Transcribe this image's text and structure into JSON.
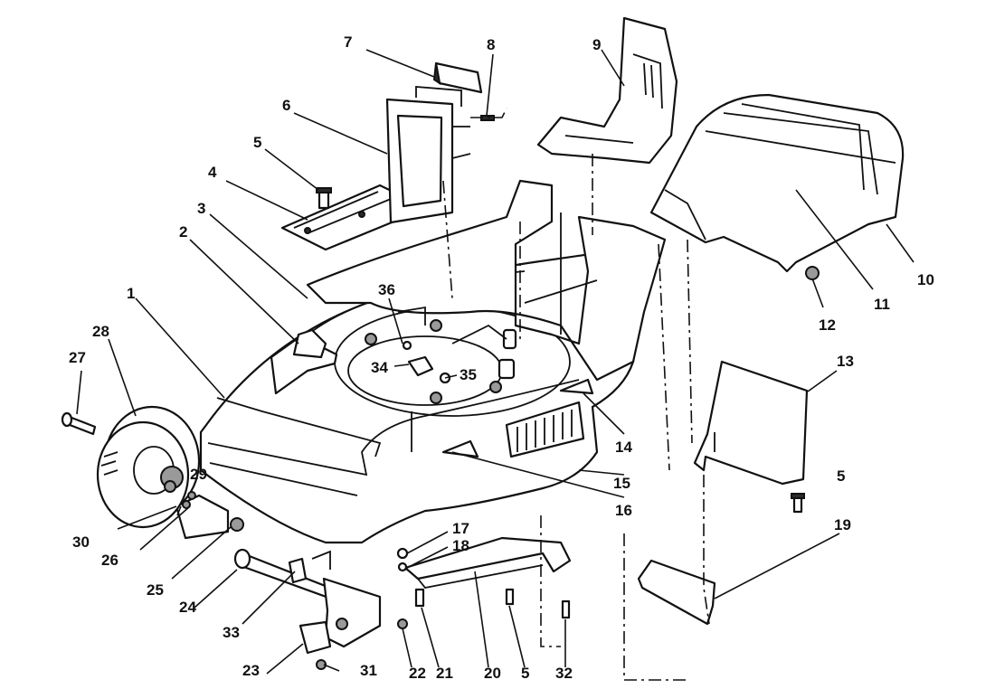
{
  "callouts": {
    "n1": "1",
    "n2": "2",
    "n3": "3",
    "n4": "4",
    "n5": "5",
    "n6": "6",
    "n7": "7",
    "n8": "8",
    "n9": "9",
    "n10": "10",
    "n11": "11",
    "n12": "12",
    "n13": "13",
    "n14": "14",
    "n15": "15",
    "n16": "16",
    "n17": "17",
    "n18": "18",
    "n19": "19",
    "n20": "20",
    "n21": "21",
    "n22": "22",
    "n23": "23",
    "n24": "24",
    "n25": "25",
    "n26": "26",
    "n27": "27",
    "n28": "28",
    "n29": "29",
    "n30": "30",
    "n31": "31",
    "n32": "32",
    "n33": "33",
    "n34": "34",
    "n35": "35",
    "n36": "36"
  }
}
